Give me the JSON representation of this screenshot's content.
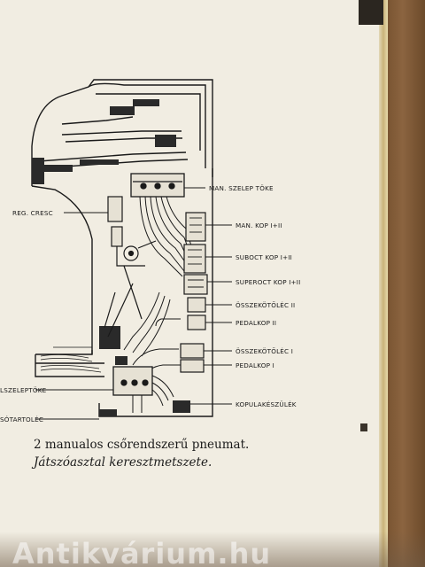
{
  "labels": {
    "man_szelep_toke": "MAN. SZELEP TÖKE",
    "reg_cresc": "REG. CRESC",
    "man_kop": "MAN. KOP I+II",
    "suboct_kop": "SUBOCT KOP I+II",
    "superoct_kop": "SUPEROCT KOP I+II",
    "osszekotolec_2": "ÖSSZEKÖTŐLÉC II",
    "pedalkop_2": "PEDALKOP II",
    "osszekotolec_1": "ÖSSZEKÖTŐLÉC I",
    "pedalkop_1": "PEDALKOP I",
    "szeleptoke_left": "LSZELEPTÖKE",
    "kopulakeszulek": "KOPULAKÉSZÜLÉK",
    "sotartolec": "SÓTARTOLÉC"
  },
  "caption": {
    "line1": "2 manualos csőrendszerű pneumat.",
    "line2": "Játszóasztal keresztmetszete."
  },
  "watermark": "Antikvárium.hu"
}
